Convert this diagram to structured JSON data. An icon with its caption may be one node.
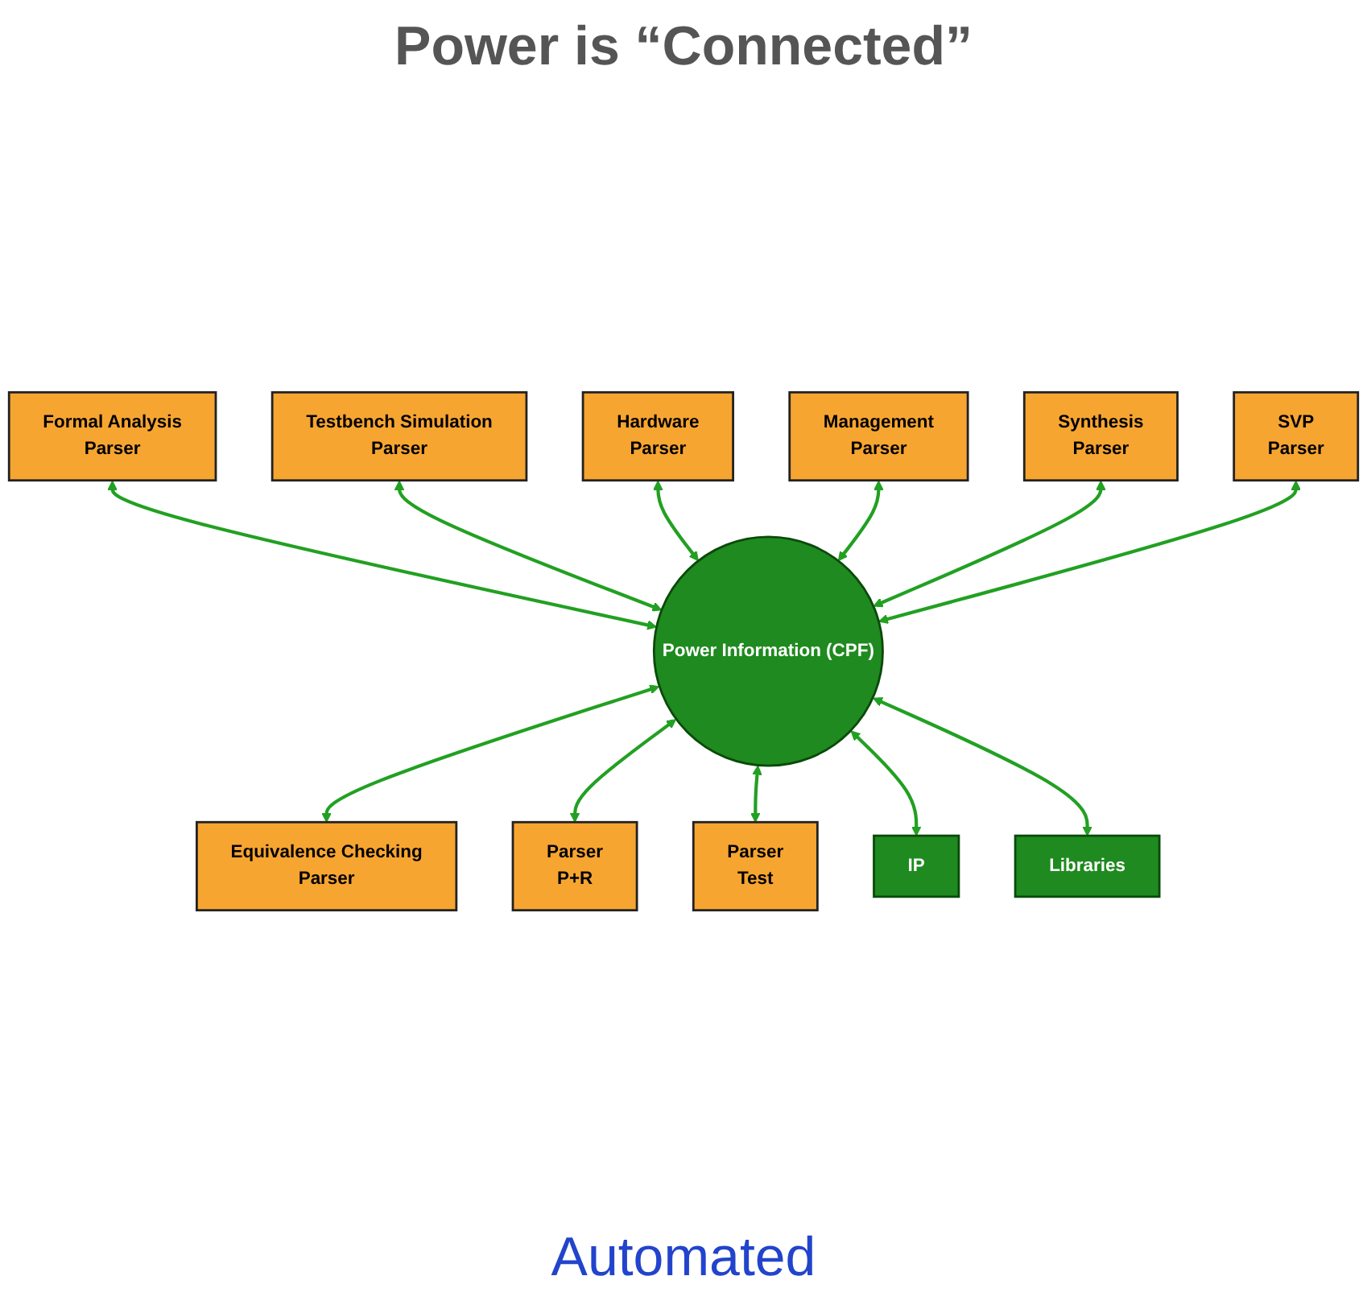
{
  "diagram": {
    "title": "Power is “Connected”",
    "nodes": [
      {
        "text": [
          "Formal Analysis",
          "Parser"
        ]
      },
      {
        "text": [
          "Testbench Simulation",
          "Parser"
        ]
      },
      {
        "text": [
          "Hardware",
          "Parser"
        ]
      },
      {
        "text": [
          "Management",
          "Parser"
        ]
      },
      {
        "text": [
          "Synthesis",
          "Parser"
        ]
      },
      {
        "text": [
          "SVP",
          "Parser"
        ]
      },
      {
        "text": [
          "Power Information (CPF)"
        ]
      },
      {
        "text": [
          "Equivalence Checking",
          "Parser"
        ]
      },
      {
        "text": [
          "Parser",
          "P+R"
        ]
      },
      {
        "text": [
          "Parser",
          "Test"
        ]
      },
      {
        "text": [
          "IP"
        ]
      },
      {
        "text": [
          "Libraries"
        ]
      }
    ],
    "edges": [
      {
        "from": 0,
        "to": 6,
        "arrow": "both"
      },
      {
        "from": 1,
        "to": 6,
        "arrow": "both"
      },
      {
        "from": 2,
        "to": 6,
        "arrow": "both"
      },
      {
        "from": 3,
        "to": 6,
        "arrow": "both"
      },
      {
        "from": 4,
        "to": 6,
        "arrow": "both"
      },
      {
        "from": 5,
        "to": 6,
        "arrow": "both"
      },
      {
        "from": 6,
        "to": 7,
        "arrow": "both"
      },
      {
        "from": 6,
        "to": 8,
        "arrow": "both"
      },
      {
        "from": 6,
        "to": 9,
        "arrow": "both"
      },
      {
        "from": 6,
        "to": 10,
        "arrow": "both"
      },
      {
        "from": 6,
        "to": 11,
        "arrow": "both"
      }
    ],
    "labels": [
      "Automated"
    ]
  }
}
